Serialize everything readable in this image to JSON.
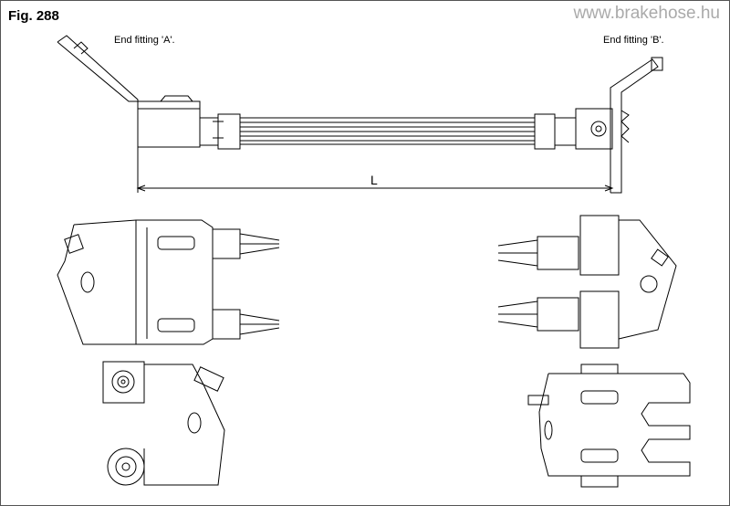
{
  "figure_label": "Fig. 288",
  "watermark": "www.brakehose.hu",
  "end_fitting_a": "End fitting 'A'.",
  "end_fitting_b": "End fitting 'B'.",
  "length_label": "L"
}
